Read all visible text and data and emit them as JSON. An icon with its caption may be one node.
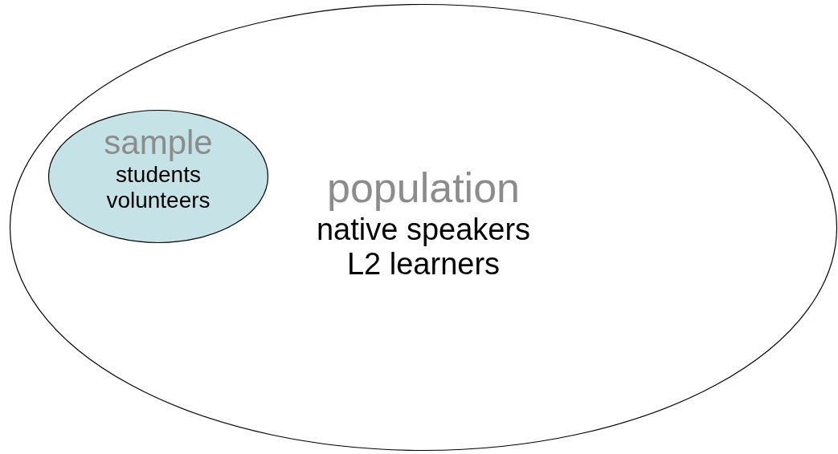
{
  "diagram": {
    "nodes": [
      {
        "text": [
          "population",
          "native speakers",
          "L2 learners"
        ]
      },
      {
        "text": [
          "sample",
          "students",
          "volunteers"
        ],
        "in": 0
      }
    ]
  }
}
